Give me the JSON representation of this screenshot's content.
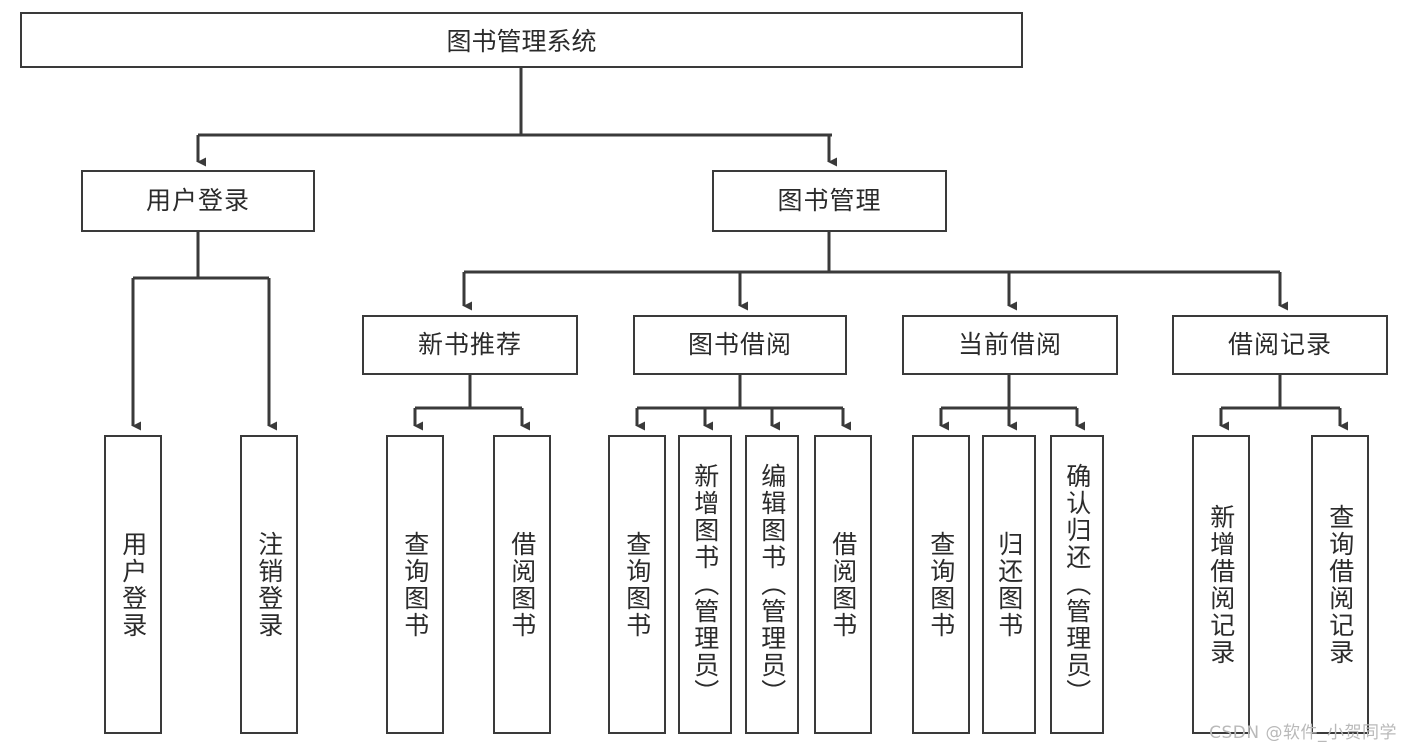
{
  "diagram": {
    "title": "图书管理系统",
    "type": "功能结构图",
    "root": {
      "label": "图书管理系统"
    },
    "level2": [
      {
        "label": "用户登录"
      },
      {
        "label": "图书管理"
      }
    ],
    "level3": [
      {
        "label": "新书推荐"
      },
      {
        "label": "图书借阅"
      },
      {
        "label": "当前借阅"
      },
      {
        "label": "借阅记录"
      }
    ],
    "leaves": {
      "user_login": [
        {
          "label": "用户登录"
        },
        {
          "label": "注销登录"
        }
      ],
      "new_book_recommend": [
        {
          "label": "查询图书"
        },
        {
          "label": "借阅图书"
        }
      ],
      "book_borrow": [
        {
          "label": "查询图书"
        },
        {
          "label": "新增图书（管理员）"
        },
        {
          "label": "编辑图书（管理员）"
        },
        {
          "label": "借阅图书"
        }
      ],
      "current_borrow": [
        {
          "label": "查询图书"
        },
        {
          "label": "归还图书"
        },
        {
          "label": "确认归还（管理员）"
        }
      ],
      "borrow_record": [
        {
          "label": "新增借阅记录"
        },
        {
          "label": "查询借阅记录"
        }
      ]
    }
  },
  "watermark": {
    "text": "CSDN @软件_小贺同学"
  },
  "colors": {
    "box_border": "#3a3a3a",
    "box_fill": "#ffffff",
    "text": "#2b2b2b",
    "connector": "#3a3a3a",
    "watermark": "#b9b9b9"
  }
}
